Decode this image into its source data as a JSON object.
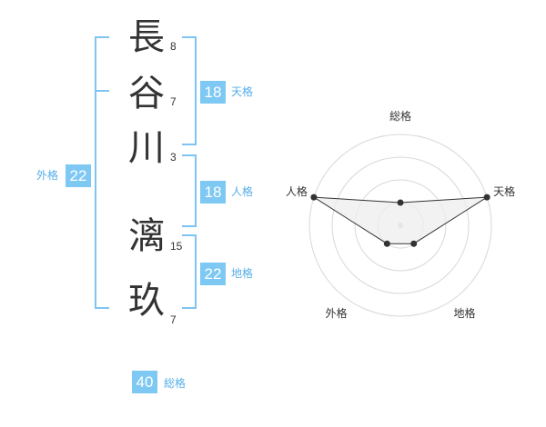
{
  "name_chars": [
    {
      "char": "長",
      "strokes": "8"
    },
    {
      "char": "谷",
      "strokes": "7"
    },
    {
      "char": "川",
      "strokes": "3"
    },
    {
      "char": "漓",
      "strokes": "15"
    },
    {
      "char": "玖",
      "strokes": "7"
    }
  ],
  "kaku": {
    "tenkaku": {
      "value": "18",
      "label": "天格"
    },
    "jinkaku": {
      "value": "18",
      "label": "人格"
    },
    "chikaku": {
      "value": "22",
      "label": "地格"
    },
    "gaikaku": {
      "value": "22",
      "label": "外格"
    },
    "soukaku": {
      "value": "40",
      "label": "総格"
    }
  },
  "colors": {
    "accent": "#7ec8f4",
    "accent_text": "#55aee8",
    "radar_fill": "#eeeeee",
    "radar_ring": "#d8d8d8"
  },
  "chart_data": {
    "type": "radar",
    "axes": [
      "総格",
      "天格",
      "地格",
      "外格",
      "人格"
    ],
    "rings": 4,
    "max": 4,
    "values": [
      1,
      4,
      1,
      1,
      4
    ]
  }
}
